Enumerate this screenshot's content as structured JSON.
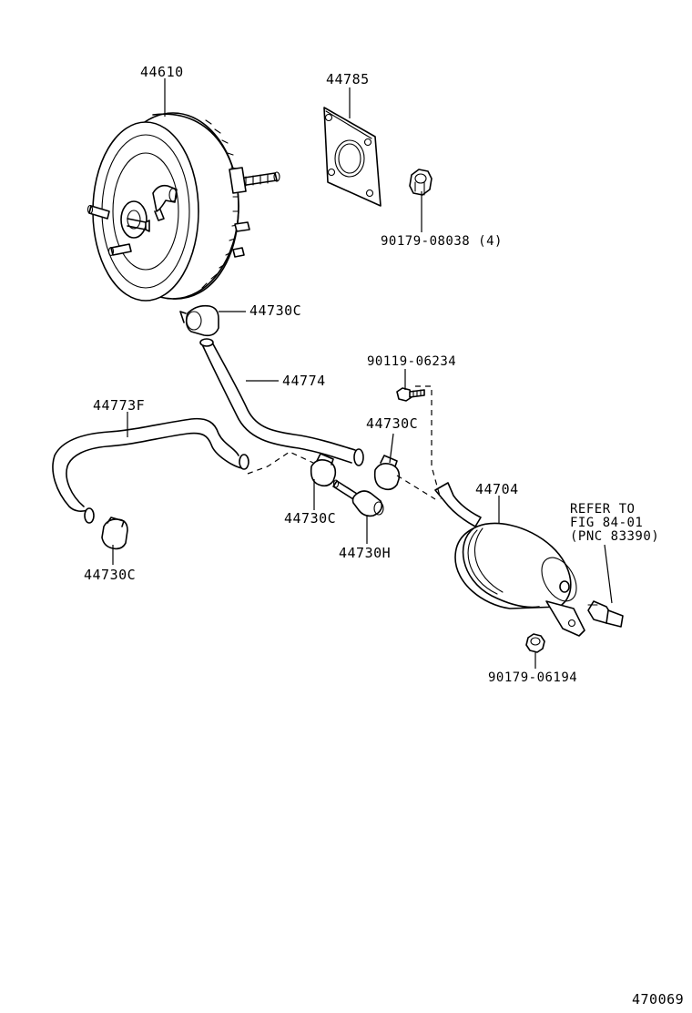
{
  "diagram": {
    "parts": [
      {
        "id": "booster",
        "label": "44610"
      },
      {
        "id": "gasket",
        "label": "44785"
      },
      {
        "id": "gasket-nut",
        "label": "90179-08038 (4)"
      },
      {
        "id": "clamp-top",
        "label": "44730C"
      },
      {
        "id": "hose-upper",
        "label": "44774"
      },
      {
        "id": "bolt",
        "label": "90119-06234"
      },
      {
        "id": "hose-lower",
        "label": "44773F"
      },
      {
        "id": "clamp-right",
        "label": "44730C"
      },
      {
        "id": "tank",
        "label": "44704"
      },
      {
        "id": "clamp-mid",
        "label": "44730C"
      },
      {
        "id": "check-valve",
        "label": "44730H"
      },
      {
        "id": "clamp-left",
        "label": "44730C"
      },
      {
        "id": "tank-nut",
        "label": "90179-06194"
      }
    ],
    "refer_note": [
      "REFER TO",
      "FIG 84-01",
      "(PNC 83390)"
    ],
    "figure_number": "470069"
  }
}
